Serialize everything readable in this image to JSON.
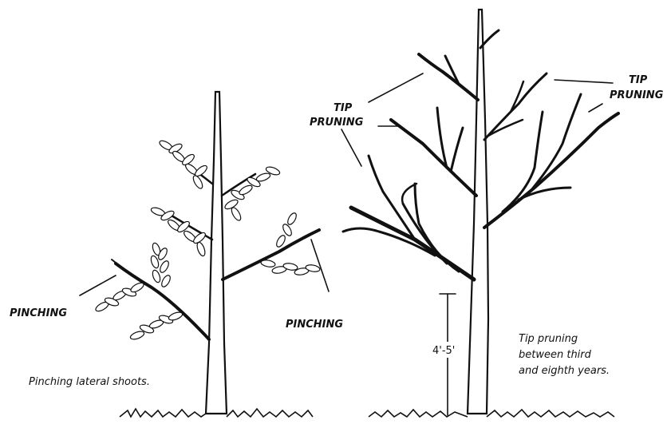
{
  "labels": {
    "pinching_left": "PINCHING",
    "pinching_right": "PINCHING",
    "tip_pruning_left_line1": "TIP",
    "tip_pruning_left_line2": "PRUNING",
    "tip_pruning_right_line1": "TIP",
    "tip_pruning_right_line2": "PRUNING",
    "height_measure": "4'-5'"
  },
  "captions": {
    "left": "Pinching lateral shoots.",
    "right_line1": "Tip pruning",
    "right_line2": "between third",
    "right_line3": "and eighth years."
  }
}
